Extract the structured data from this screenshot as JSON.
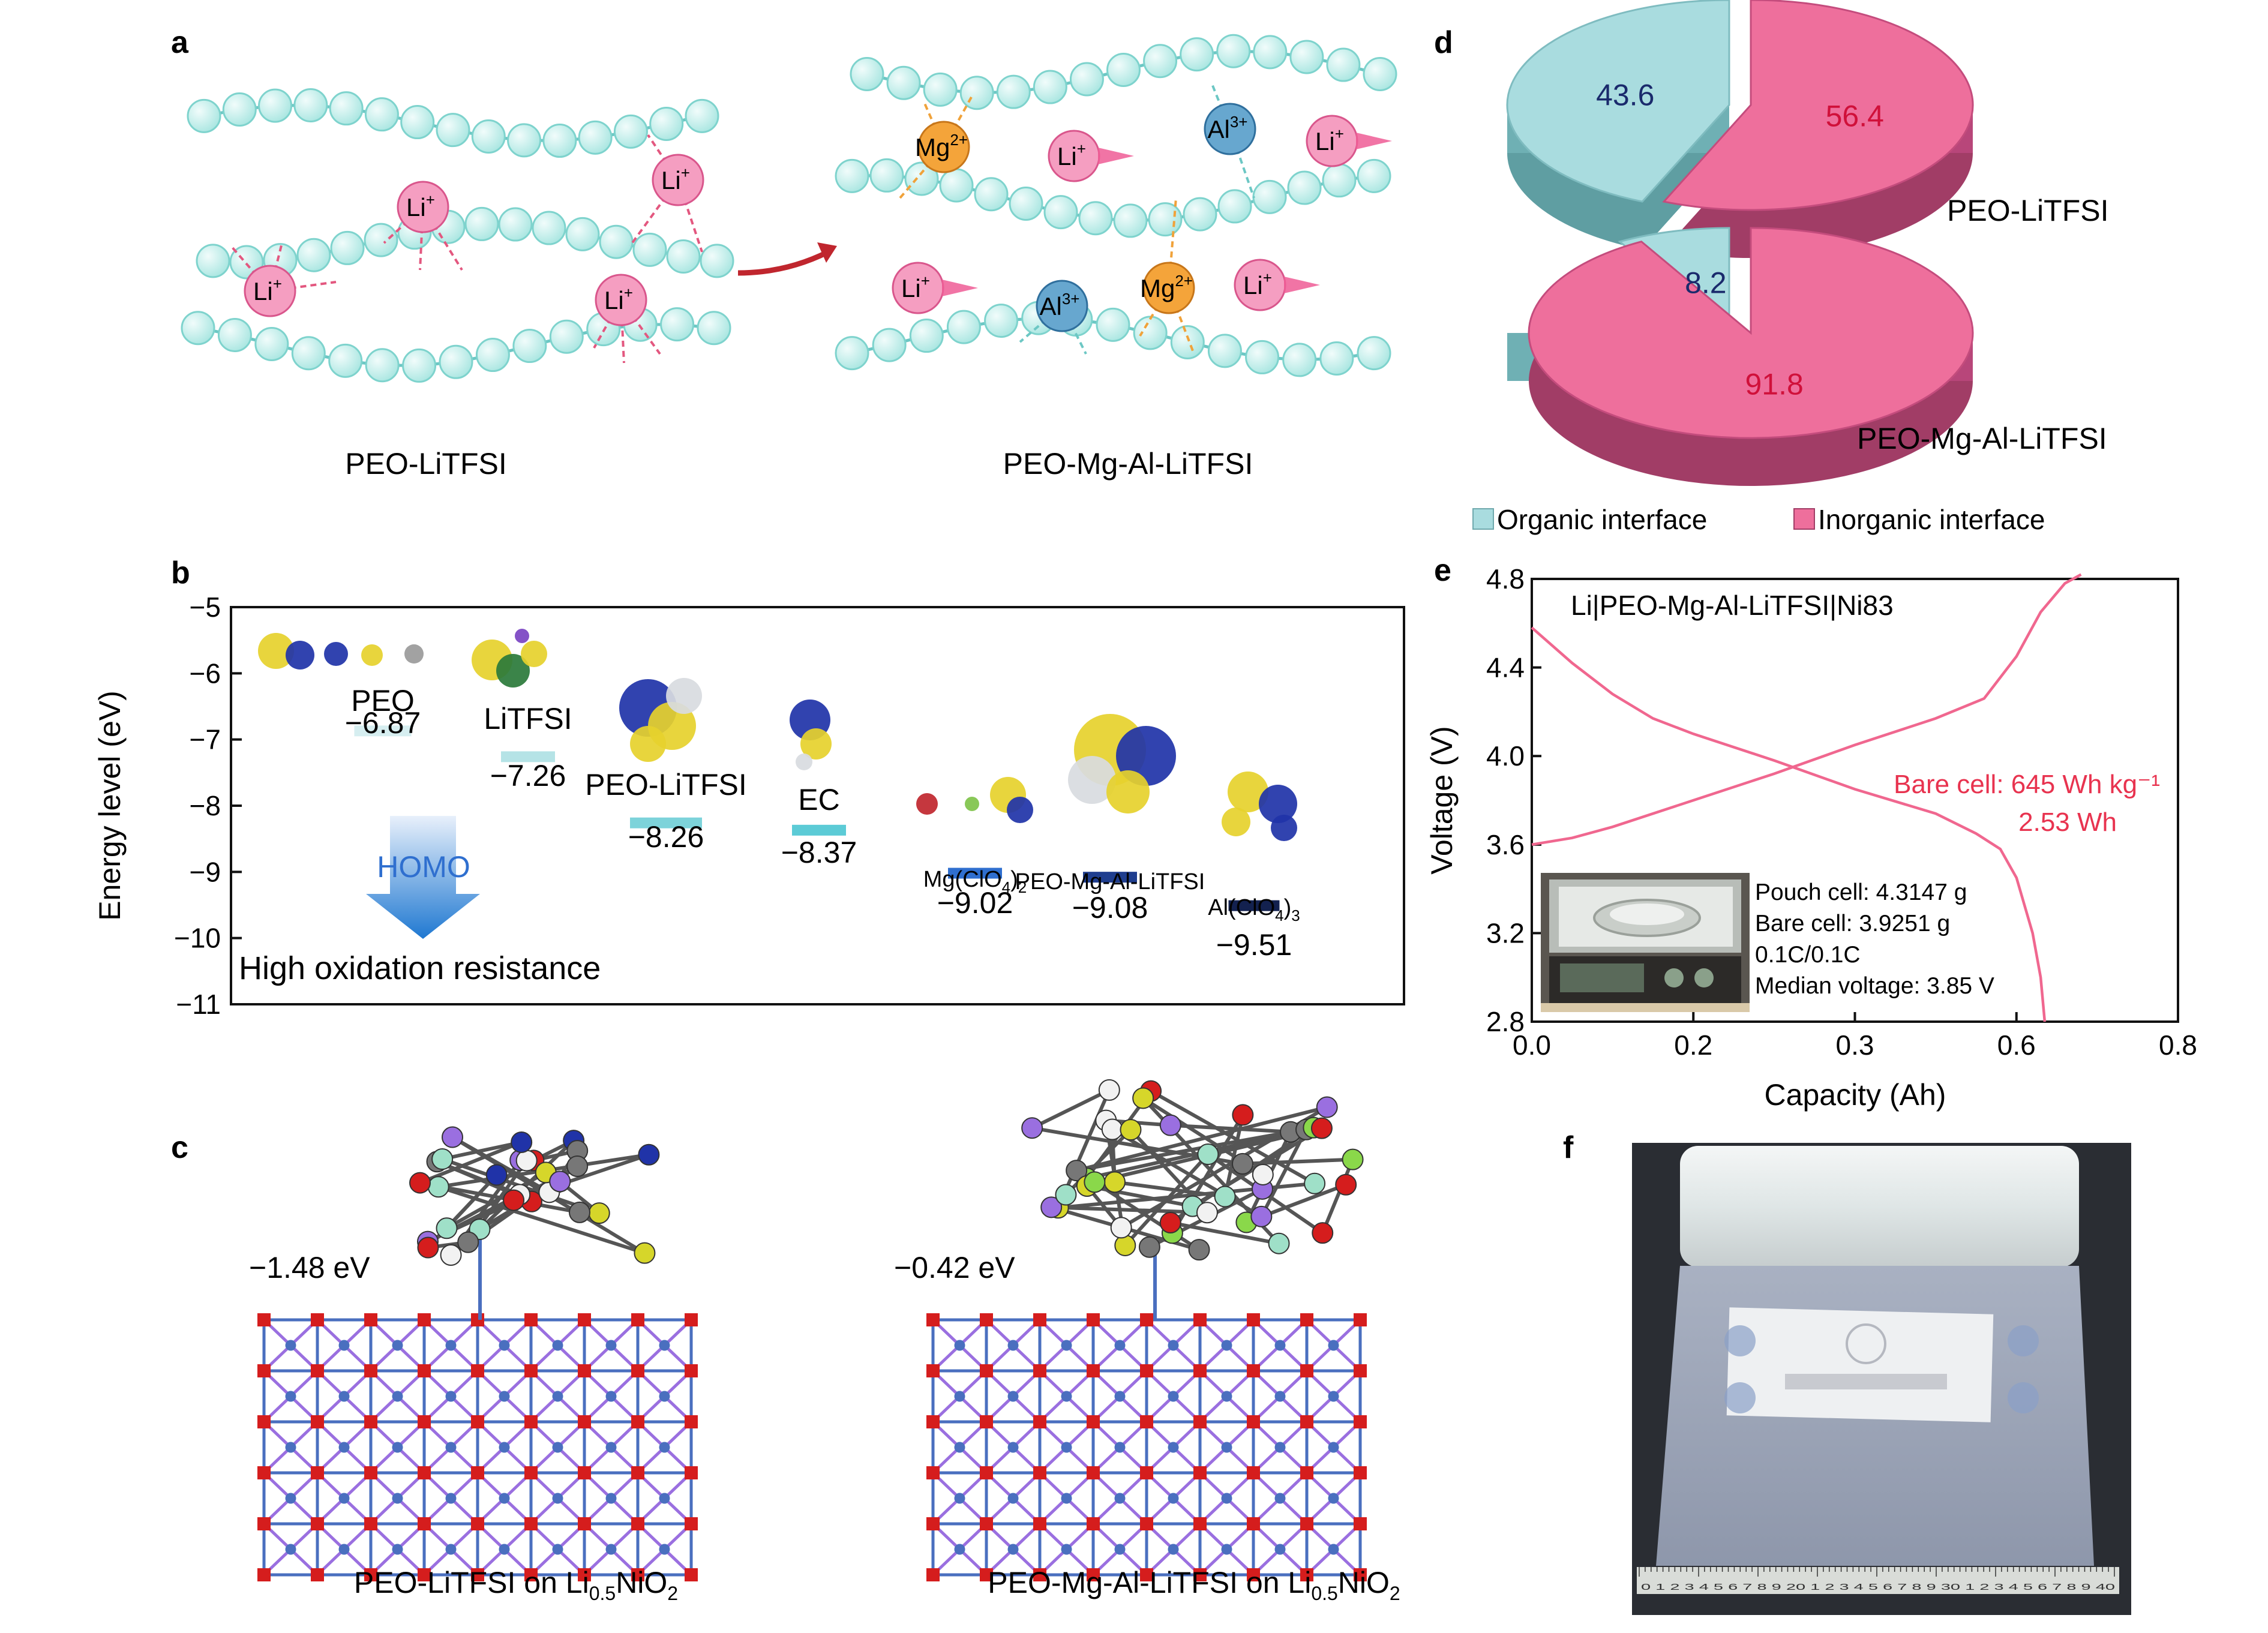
{
  "panels": {
    "a": "a",
    "b": "b",
    "c": "c",
    "d": "d",
    "e": "e",
    "f": "f"
  },
  "panel_a": {
    "left_caption": "PEO-LiTFSI",
    "right_caption": "PEO-Mg-Al-LiTFSI",
    "ion_li": "Li",
    "ion_mg": "Mg",
    "ion_al": "Al",
    "charge_plus": "+",
    "charge_2plus": "2+",
    "charge_3plus": "3+"
  },
  "panel_c": {
    "left_energy": "−1.48 eV",
    "right_energy": "−0.42 eV",
    "left_caption_main": "PEO-LiTFSI on Li",
    "right_caption_main": "PEO-Mg-Al-LiTFSI on Li",
    "sub_05": "0.5",
    "formula_mid": "NiO",
    "sub_2": "2"
  },
  "panel_f": {
    "ruler_numbers": "0 1 2 3 4 5 6 7 8 9 20 1 2 3 4 5 6 7 8 9 30 1 2 3 4 5 6 7 8 9 40"
  },
  "chart_data": [
    {
      "panel": "b",
      "type": "bar",
      "title": "",
      "xlabel": "",
      "ylabel": "Energy level (eV)",
      "ylim": [
        -11,
        -5
      ],
      "yticks": [
        "−5",
        "−6",
        "−7",
        "−8",
        "−9",
        "−10",
        "−11"
      ],
      "categories": [
        "PEO",
        "LiTFSI",
        "PEO-LiTFSI",
        "EC",
        "Mg(ClO4)2",
        "PEO-Mg-Al-LiTFSI",
        "Al(ClO4)3"
      ],
      "values": [
        -6.87,
        -7.26,
        -8.26,
        -8.37,
        -9.02,
        -9.08,
        -9.51
      ],
      "value_labels": [
        "−6.87",
        "−7.26",
        "−8.26",
        "−8.37",
        "−9.02",
        "−9.08",
        "−9.51"
      ],
      "level_colors": [
        "#d6eef0",
        "#b5e3e6",
        "#7dd3da",
        "#5ccbd6",
        "#2f6fcf",
        "#1f3e8f",
        "#13214f"
      ],
      "annotations": {
        "arrow_label": "HOMO",
        "bottom_text": "High oxidation resistance"
      }
    },
    {
      "panel": "d",
      "type": "pie",
      "title": "",
      "legend": [
        "Organic interface",
        "Inorganic interface"
      ],
      "legend_position": "bottom",
      "colors": {
        "organic": "#a9dcdf",
        "inorganic": "#ee6f9c"
      },
      "pies": [
        {
          "name": "PEO-LiTFSI",
          "values": [
            43.6,
            56.4
          ],
          "labels": [
            "43.6",
            "56.4"
          ]
        },
        {
          "name": "PEO-Mg-Al-LiTFSI",
          "values": [
            8.2,
            91.8
          ],
          "labels": [
            "8.2",
            "91.8"
          ]
        }
      ]
    },
    {
      "panel": "e",
      "type": "line",
      "title": "Li|PEO-Mg-Al-LiTFSI|Ni83",
      "xlabel": "Capacity (Ah)",
      "ylabel": "Voltage (V)",
      "xlim": [
        0,
        0.8
      ],
      "ylim": [
        2.8,
        4.8
      ],
      "xticks": [
        "0.0",
        "0.2",
        "0.3",
        "0.6",
        "0.8"
      ],
      "yticks": [
        "2.8",
        "3.2",
        "3.6",
        "4.0",
        "4.4",
        "4.8"
      ],
      "series": [
        {
          "name": "",
          "x": [
            0.0,
            0.05,
            0.1,
            0.15,
            0.2,
            0.3,
            0.4,
            0.5,
            0.55,
            0.58,
            0.6,
            0.62,
            0.63,
            0.635
          ],
          "y": [
            4.58,
            4.42,
            4.28,
            4.17,
            4.1,
            3.98,
            3.85,
            3.74,
            3.65,
            3.58,
            3.45,
            3.2,
            3.0,
            2.8
          ]
        },
        {
          "name": "",
          "x": [
            0.0,
            0.05,
            0.1,
            0.2,
            0.3,
            0.4,
            0.5,
            0.56,
            0.6,
            0.63,
            0.66,
            0.68
          ],
          "y": [
            3.6,
            3.63,
            3.68,
            3.8,
            3.92,
            4.05,
            4.17,
            4.26,
            4.45,
            4.65,
            4.78,
            4.82
          ]
        }
      ],
      "annotations": {
        "bare_cell_energy": "Bare cell: 645 Wh kg⁻¹",
        "bare_cell_wh": "2.53 Wh",
        "info_lines": [
          "Pouch cell: 4.3147 g",
          "Bare cell: 3.9251 g",
          "0.1C/0.1C",
          "Median voltage: 3.85 V"
        ]
      }
    }
  ]
}
